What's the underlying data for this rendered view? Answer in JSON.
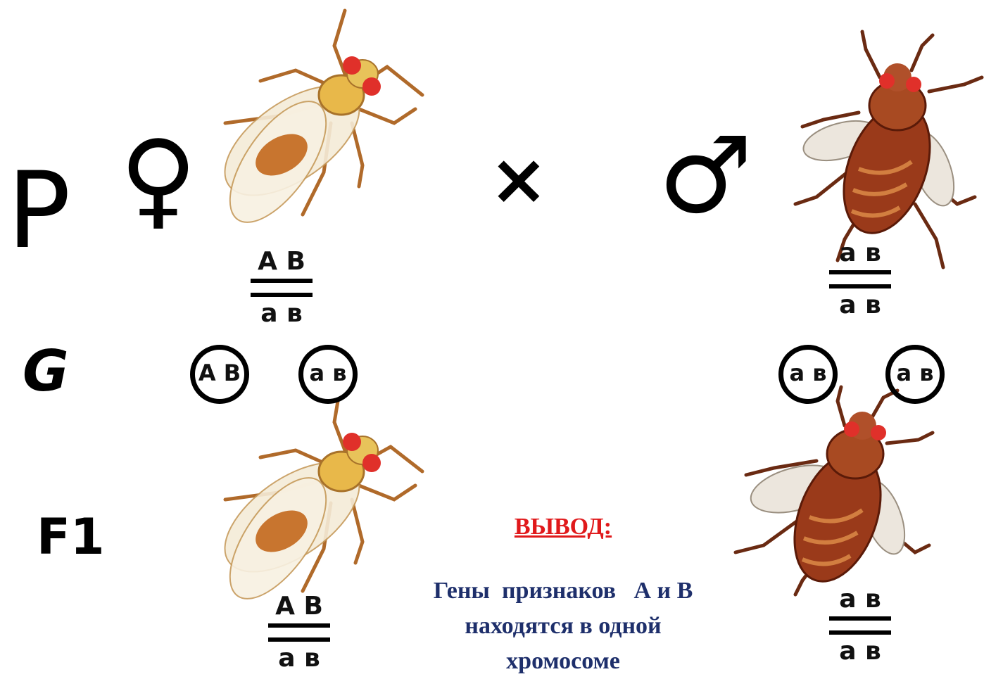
{
  "generations": {
    "parents": "P",
    "gametes": "G",
    "offspring": "F1"
  },
  "symbols": {
    "female": "♀",
    "male": "♂",
    "cross": "×"
  },
  "genotypes": {
    "parent_female": {
      "top": "А В",
      "bottom": "а в"
    },
    "parent_male": {
      "top": "а в",
      "bottom": "а в"
    },
    "offspring_1": {
      "top": "А В",
      "bottom": "а в"
    },
    "offspring_2": {
      "top": "а в",
      "bottom": "а в"
    }
  },
  "gametes": [
    "А В",
    "а в",
    "а в",
    "а в"
  ],
  "conclusion": {
    "title": "ВЫВОД:",
    "line1": "Гены  признаков   А и В",
    "line2": "находятся в одной",
    "line3": "хромосоме"
  },
  "colors": {
    "conclusion_title": "#e0191b",
    "conclusion_text": "#1e2f6b",
    "wild_fly_body": "#d9a24a",
    "mutant_fly_body": "#9a3a1a"
  },
  "icons": [
    "female-symbol-icon",
    "male-symbol-icon",
    "cross-icon",
    "wild-type-fly-icon",
    "mutant-fly-icon"
  ]
}
